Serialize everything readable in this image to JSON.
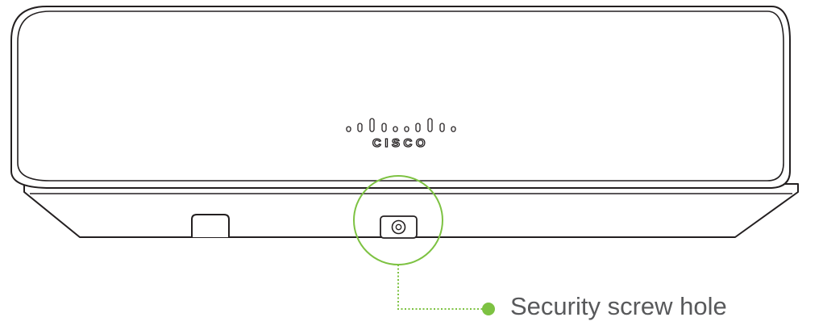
{
  "device": {
    "brand": "CISCO",
    "logo": "cisco-bridge-logo"
  },
  "callout": {
    "label": "Security screw hole",
    "color": "#7dc242"
  },
  "colors": {
    "outline": "#231f20",
    "device_fill": "#ffffff",
    "label_text": "#58595b"
  }
}
